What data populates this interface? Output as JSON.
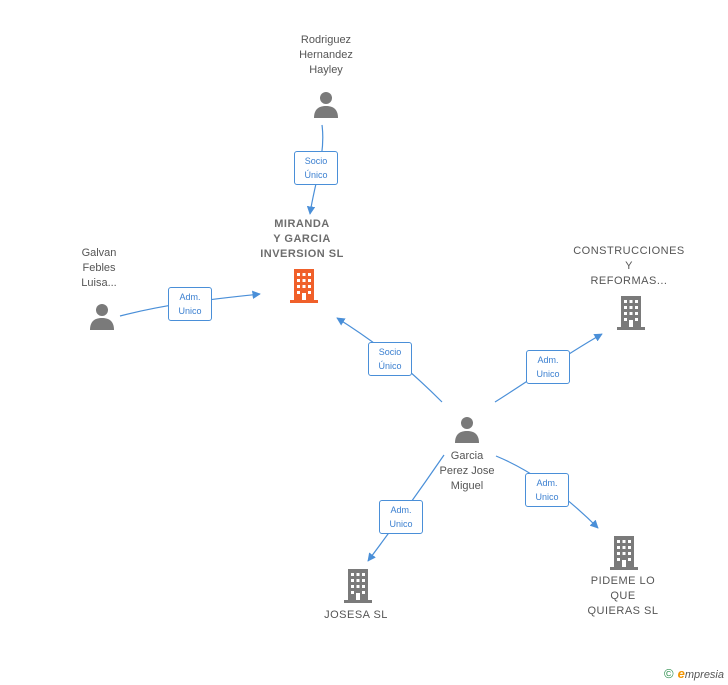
{
  "nodes": {
    "main_company": {
      "label": "MIRANDA\nY GARCIA\nINVERSION SL",
      "color": "#f0602a"
    },
    "rodriguez": {
      "label": "Rodriguez\nHernandez\nHayley"
    },
    "galvan": {
      "label": "Galvan\nFebles\nLuisa..."
    },
    "construcciones": {
      "label": "CONSTRUCCIONES\nY\nREFORMAS..."
    },
    "garcia": {
      "label": "Garcia\nPerez Jose\nMiguel"
    },
    "josesa": {
      "label": "JOSESA  SL"
    },
    "pideme": {
      "label": "PIDEME LO\nQUE\nQUIERAS  SL"
    }
  },
  "edges": {
    "rodriguez_main": {
      "label": "Socio\nÚnico"
    },
    "galvan_main": {
      "label": "Adm.\nUnico"
    },
    "garcia_main": {
      "label": "Socio\nÚnico"
    },
    "garcia_construcciones": {
      "label": "Adm.\nUnico"
    },
    "garcia_josesa": {
      "label": "Adm.\nUnico"
    },
    "garcia_pideme": {
      "label": "Adm.\nUnico"
    }
  },
  "colors": {
    "edge": "#4a8fd8",
    "person": "#7a7a7a",
    "company": "#7a7a7a",
    "main_company": "#f0602a"
  },
  "footer": {
    "copyright": "©",
    "brand_e": "e",
    "brand_rest": "mpresia"
  }
}
